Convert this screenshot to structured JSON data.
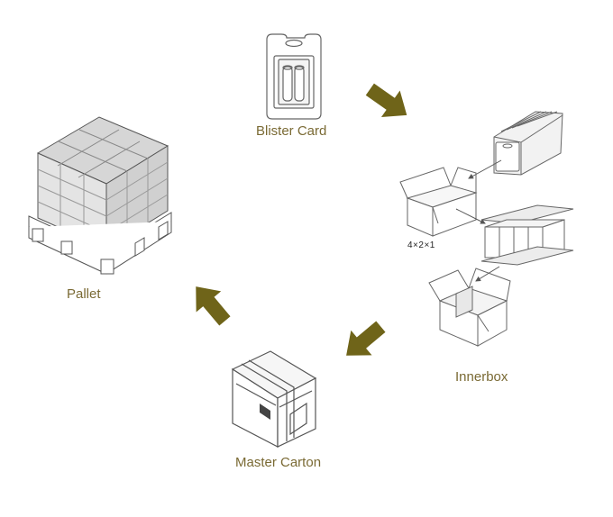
{
  "stages": {
    "blister_card": "Blister Card",
    "innerbox": "Innerbox",
    "master_carton": "Master Carton",
    "pallet": "Pallet"
  },
  "innerbox_quantity": "4×2×1",
  "colors": {
    "label": "#7a6a34",
    "arrow": "#6f6419",
    "line": "#555555",
    "fill_light": "#e6e6e6"
  },
  "icons": [
    "blister-card-icon",
    "innerbox-assembly-icon",
    "master-carton-icon",
    "pallet-icon",
    "flow-arrow-icon"
  ]
}
